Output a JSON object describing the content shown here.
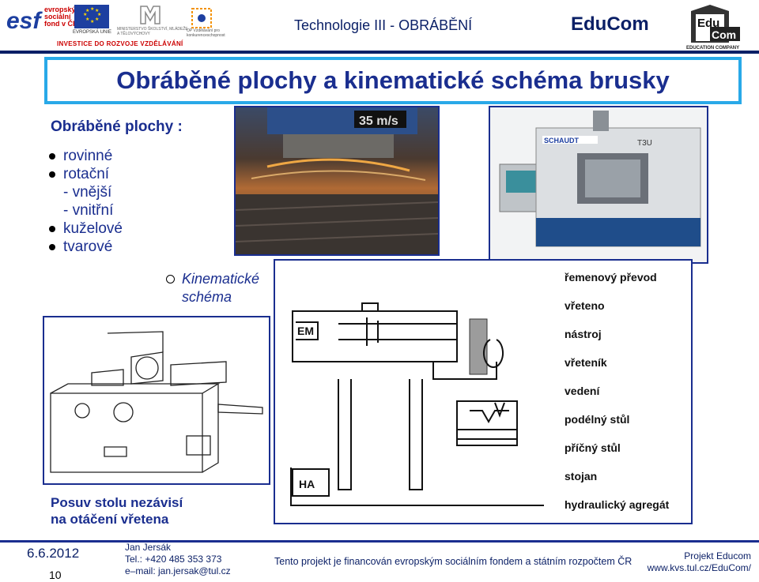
{
  "header": {
    "esf_text": "esf",
    "esf_subtitle": [
      "evropský",
      "sociální",
      "fond v ČR"
    ],
    "eu_caption": "EVROPSKÁ UNIE",
    "msmt_caption": "MINISTERSTVO ŠKOLSTVÍ, MLÁDEŽE A TĚLOVÝCHOVY",
    "op_caption": "OP Vzdělávání pro konkurenceschopnost",
    "investment_slogan": "INVESTICE DO ROZVOJE VZDĚLÁVÁNÍ",
    "deck_title": "Technologie III - OBRÁBĚNÍ",
    "educom_wordmark": "EduCom",
    "logo_letters_top": "Edu",
    "logo_letters_bottom": "Com",
    "educom_caption": "EDUCATION COMPANY"
  },
  "slide": {
    "title": "Obráběné plochy a kinematické schéma brusky",
    "subheading": "Obráběné plochy :",
    "bullets": [
      {
        "text": "rovinné",
        "type": "dot"
      },
      {
        "text": "rotační",
        "type": "dot"
      },
      {
        "text": "- vnější",
        "type": "sub"
      },
      {
        "text": "- vnitřní",
        "type": "sub"
      },
      {
        "text": "kuželové",
        "type": "dot"
      },
      {
        "text": "tvarové",
        "type": "dot"
      }
    ],
    "kinematic_label_line1": "Kinematické",
    "kinematic_label_line2": "schéma",
    "photo_speed_sign": "35 m/s",
    "machine_brand": "SCHAUDT",
    "machine_model": "T3U",
    "note_line1": "Posuv stolu nezávisí",
    "note_line2": "na otáčení vřetena"
  },
  "schema": {
    "em_label": "EM",
    "ha_label": "HA",
    "labels": [
      "řemenový převod",
      "vřeteno",
      "nástroj",
      "vřeteník",
      "vedení",
      "podélný stůl",
      "příčný stůl",
      "stojan",
      "hydraulický agregát"
    ]
  },
  "footer": {
    "date": "6.6.2012",
    "page_number": "10",
    "author": "Jan Jersák",
    "phone": "Tel.: +420 485 353 373",
    "email": "e–mail: jan.jersak@tul.cz",
    "funding": "Tento projekt je financován evropským sociálním fondem a státním rozpočtem ČR",
    "project": "Projekt Educom",
    "url": "www.kvs.tul.cz/EduCom/"
  },
  "colors": {
    "title_blue": "#1a2e8f",
    "frame_cyan": "#29a9e8",
    "esf_red": "#c00000",
    "eu_blue": "#1d3fa0"
  }
}
